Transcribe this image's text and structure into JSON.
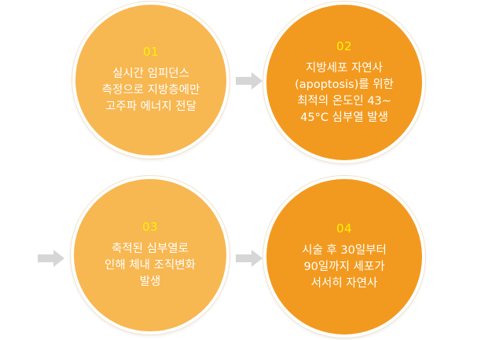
{
  "colors": {
    "light_circle": "#f7b751",
    "dark_circle": "#f29a1f",
    "number_text": "#fff200",
    "body_text": "#ffffff",
    "arrow": "#d6d6d6"
  },
  "steps": [
    {
      "number": "01",
      "text": "실시간 임피던스\n측정으로 지방층에만\n고주파 에너지 전달"
    },
    {
      "number": "02",
      "text": "지방세포 자연사\n(apoptosis)를 위한\n최적의 온도인 43~\n45°C 심부열 발생"
    },
    {
      "number": "03",
      "text": "축적된 심부열로\n인해 체내 조직변화\n발생"
    },
    {
      "number": "04",
      "text": "시술 후 30일부터\n90일까지 세포가\n서서히 자연사"
    }
  ],
  "icons": {
    "arrow": "arrow-right-icon"
  }
}
